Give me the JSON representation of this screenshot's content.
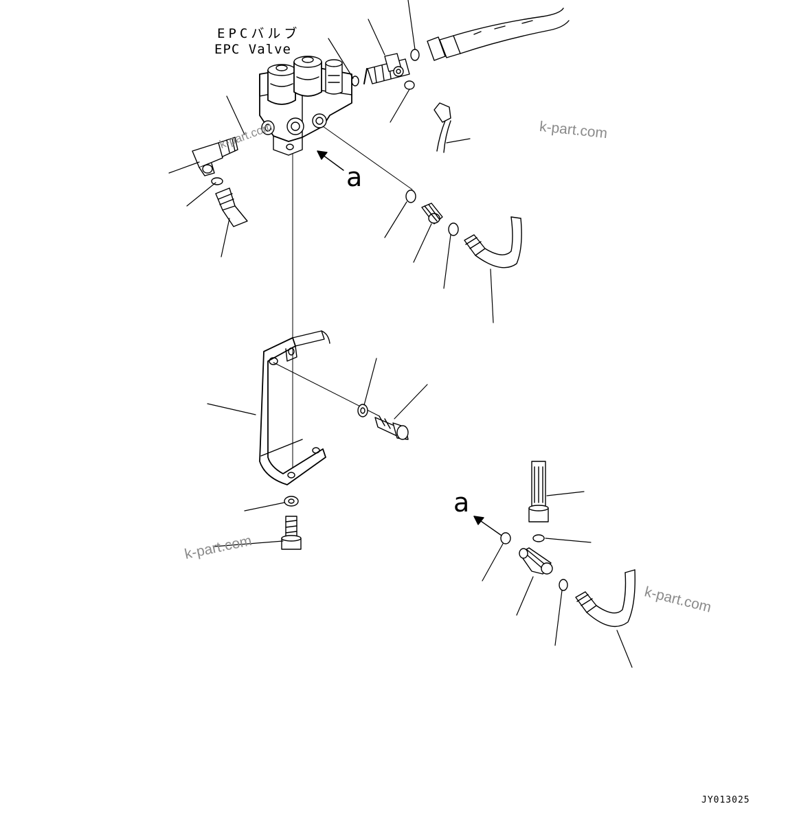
{
  "labels": {
    "title_jp": "EPCバルブ",
    "title_en": "EPC Valve",
    "ref_top": "a",
    "ref_bottom": "a",
    "drawing_code": "JY013025"
  },
  "watermark": {
    "text": "k-part.com"
  },
  "parts": [
    {
      "name": "epc-valve-body",
      "icon": "valve-icon"
    },
    {
      "name": "elbow-fitting-left",
      "icon": "elbow-fitting-icon"
    },
    {
      "name": "tee-fitting-top",
      "icon": "tee-fitting-icon"
    },
    {
      "name": "straight-fitting-right",
      "icon": "connector-icon"
    },
    {
      "name": "mounting-bracket",
      "icon": "bracket-icon"
    },
    {
      "name": "hex-bolt",
      "icon": "bolt-icon"
    },
    {
      "name": "washer",
      "icon": "washer-icon"
    },
    {
      "name": "o-ring",
      "icon": "o-ring-icon"
    },
    {
      "name": "hydraulic-hose",
      "icon": "hose-icon"
    },
    {
      "name": "tee-fitting-bottom",
      "icon": "tee-fitting-icon"
    }
  ],
  "colors": {
    "line": "#000000",
    "watermark": "#8a8a8a",
    "background": "#ffffff"
  }
}
